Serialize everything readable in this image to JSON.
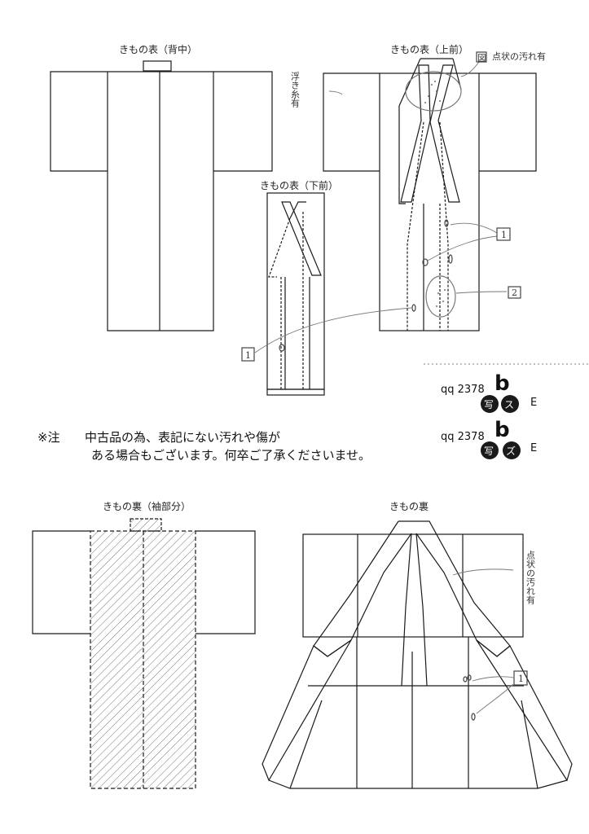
{
  "labels": {
    "front_back": "きもの表（背中）",
    "front_upper": "きもの表（上前）",
    "front_lower": "きもの表（下前）",
    "lining_sleeve": "きもの裏（袖部分）",
    "lining": "きもの裏"
  },
  "notes": {
    "marker": "※注",
    "line1": "中古品の為、表記にない汚れや傷が",
    "line2": "ある場合もございます。何卒ご了承くださいませ。"
  },
  "codes": [
    {
      "text": "qq 2378",
      "b": "b",
      "badge1": "写",
      "badge2": "ス",
      "grade": "E"
    },
    {
      "text": "qq 2378",
      "b": "b",
      "badge1": "写",
      "badge2": "ズ",
      "grade": "E"
    }
  ],
  "annotations": {
    "floating_thread": "浮き糸有",
    "spot_stains_top": "点状の汚れ有",
    "spot_stains_lining": "点状の汚れ有",
    "mark_zu": "図",
    "mark_1": "1",
    "mark_2": "2"
  }
}
